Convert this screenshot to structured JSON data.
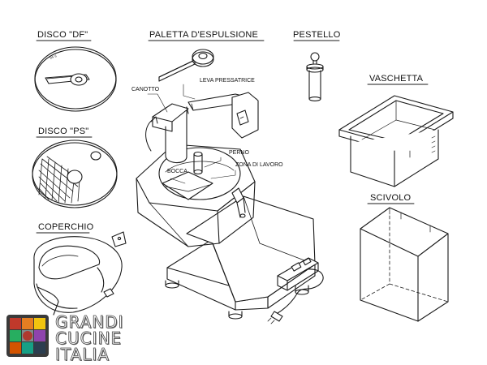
{
  "labels": {
    "disco_df": "DISCO \"DF\"",
    "paletta": "PALETTA D'ESPULSIONE",
    "pestello": "PESTELLO",
    "vaschetta": "VASCHETTA",
    "disco_ps": "DISCO \"PS\"",
    "coperchio": "COPERCHIO",
    "scivolo": "SCIVOLO",
    "canotto": "CANOTTO",
    "leva": "LEVA PRESSATRICE",
    "perno": "PERNO",
    "bocca": "BOCCA",
    "zona": "ZONA DI LAVORO"
  },
  "logo": {
    "line1": "GRANDI",
    "line2": "CUCINE",
    "line3": "ITALIA",
    "colors": [
      "#c0392b",
      "#e67e22",
      "#f1c40f",
      "#27ae60",
      "#7f8c8d",
      "#8e44ad",
      "#d35400",
      "#16a085",
      "#2c3e50"
    ]
  },
  "colors": {
    "line": "#1a1a1a",
    "background": "#ffffff"
  }
}
